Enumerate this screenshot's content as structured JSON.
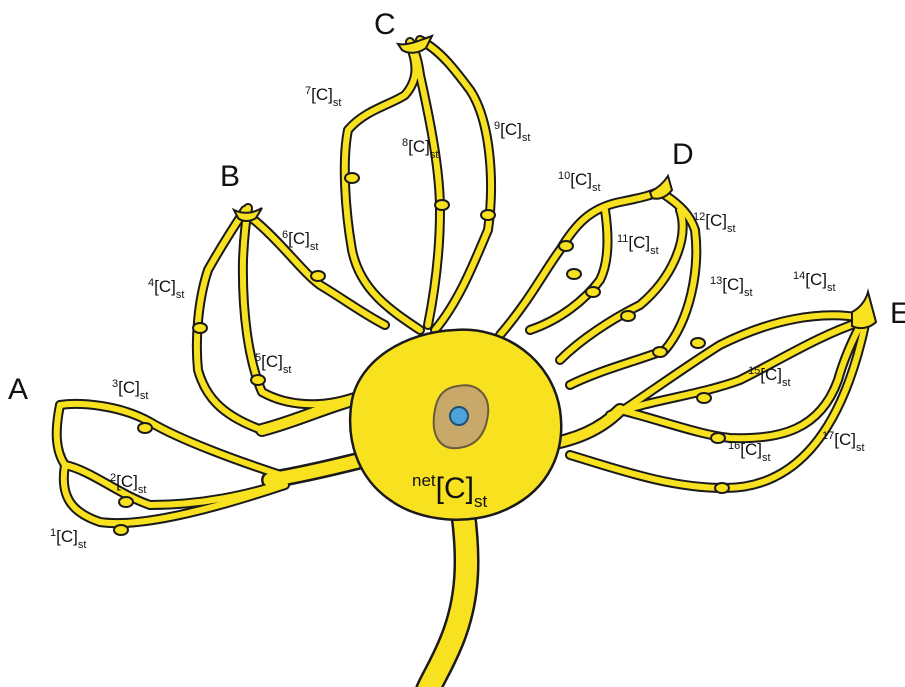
{
  "colors": {
    "neuron_fill": "#f8e11f",
    "neuron_outline": "#1a1a1a",
    "nucleus_fill": "#c9a96a",
    "nucleolus_fill": "#4ba3d8",
    "background": "#ffffff"
  },
  "dendrites": [
    {
      "letter": "A"
    },
    {
      "letter": "B"
    },
    {
      "letter": "C"
    },
    {
      "letter": "D"
    },
    {
      "letter": "E"
    }
  ],
  "concentrations": [
    {
      "sup": "1",
      "base": "[C]",
      "sub": "st"
    },
    {
      "sup": "2",
      "base": "[C]",
      "sub": "st"
    },
    {
      "sup": "3",
      "base": "[C]",
      "sub": "st"
    },
    {
      "sup": "4",
      "base": "[C]",
      "sub": "st"
    },
    {
      "sup": "5",
      "base": "[C]",
      "sub": "st"
    },
    {
      "sup": "6",
      "base": "[C]",
      "sub": "st"
    },
    {
      "sup": "7",
      "base": "[C]",
      "sub": "st"
    },
    {
      "sup": "8",
      "base": "[C]",
      "sub": "st"
    },
    {
      "sup": "9",
      "base": "[C]",
      "sub": "st"
    },
    {
      "sup": "10",
      "base": "[C]",
      "sub": "st"
    },
    {
      "sup": "11",
      "base": "[C]",
      "sub": "st"
    },
    {
      "sup": "12",
      "base": "[C]",
      "sub": "st"
    },
    {
      "sup": "13",
      "base": "[C]",
      "sub": "st"
    },
    {
      "sup": "14",
      "base": "[C]",
      "sub": "st"
    },
    {
      "sup": "15",
      "base": "[C]",
      "sub": "st"
    },
    {
      "sup": "16",
      "base": "[C]",
      "sub": "st"
    },
    {
      "sup": "17",
      "base": "[C]",
      "sub": "st"
    }
  ],
  "net": {
    "sup": "net",
    "base": "[C]",
    "sub": "st"
  }
}
